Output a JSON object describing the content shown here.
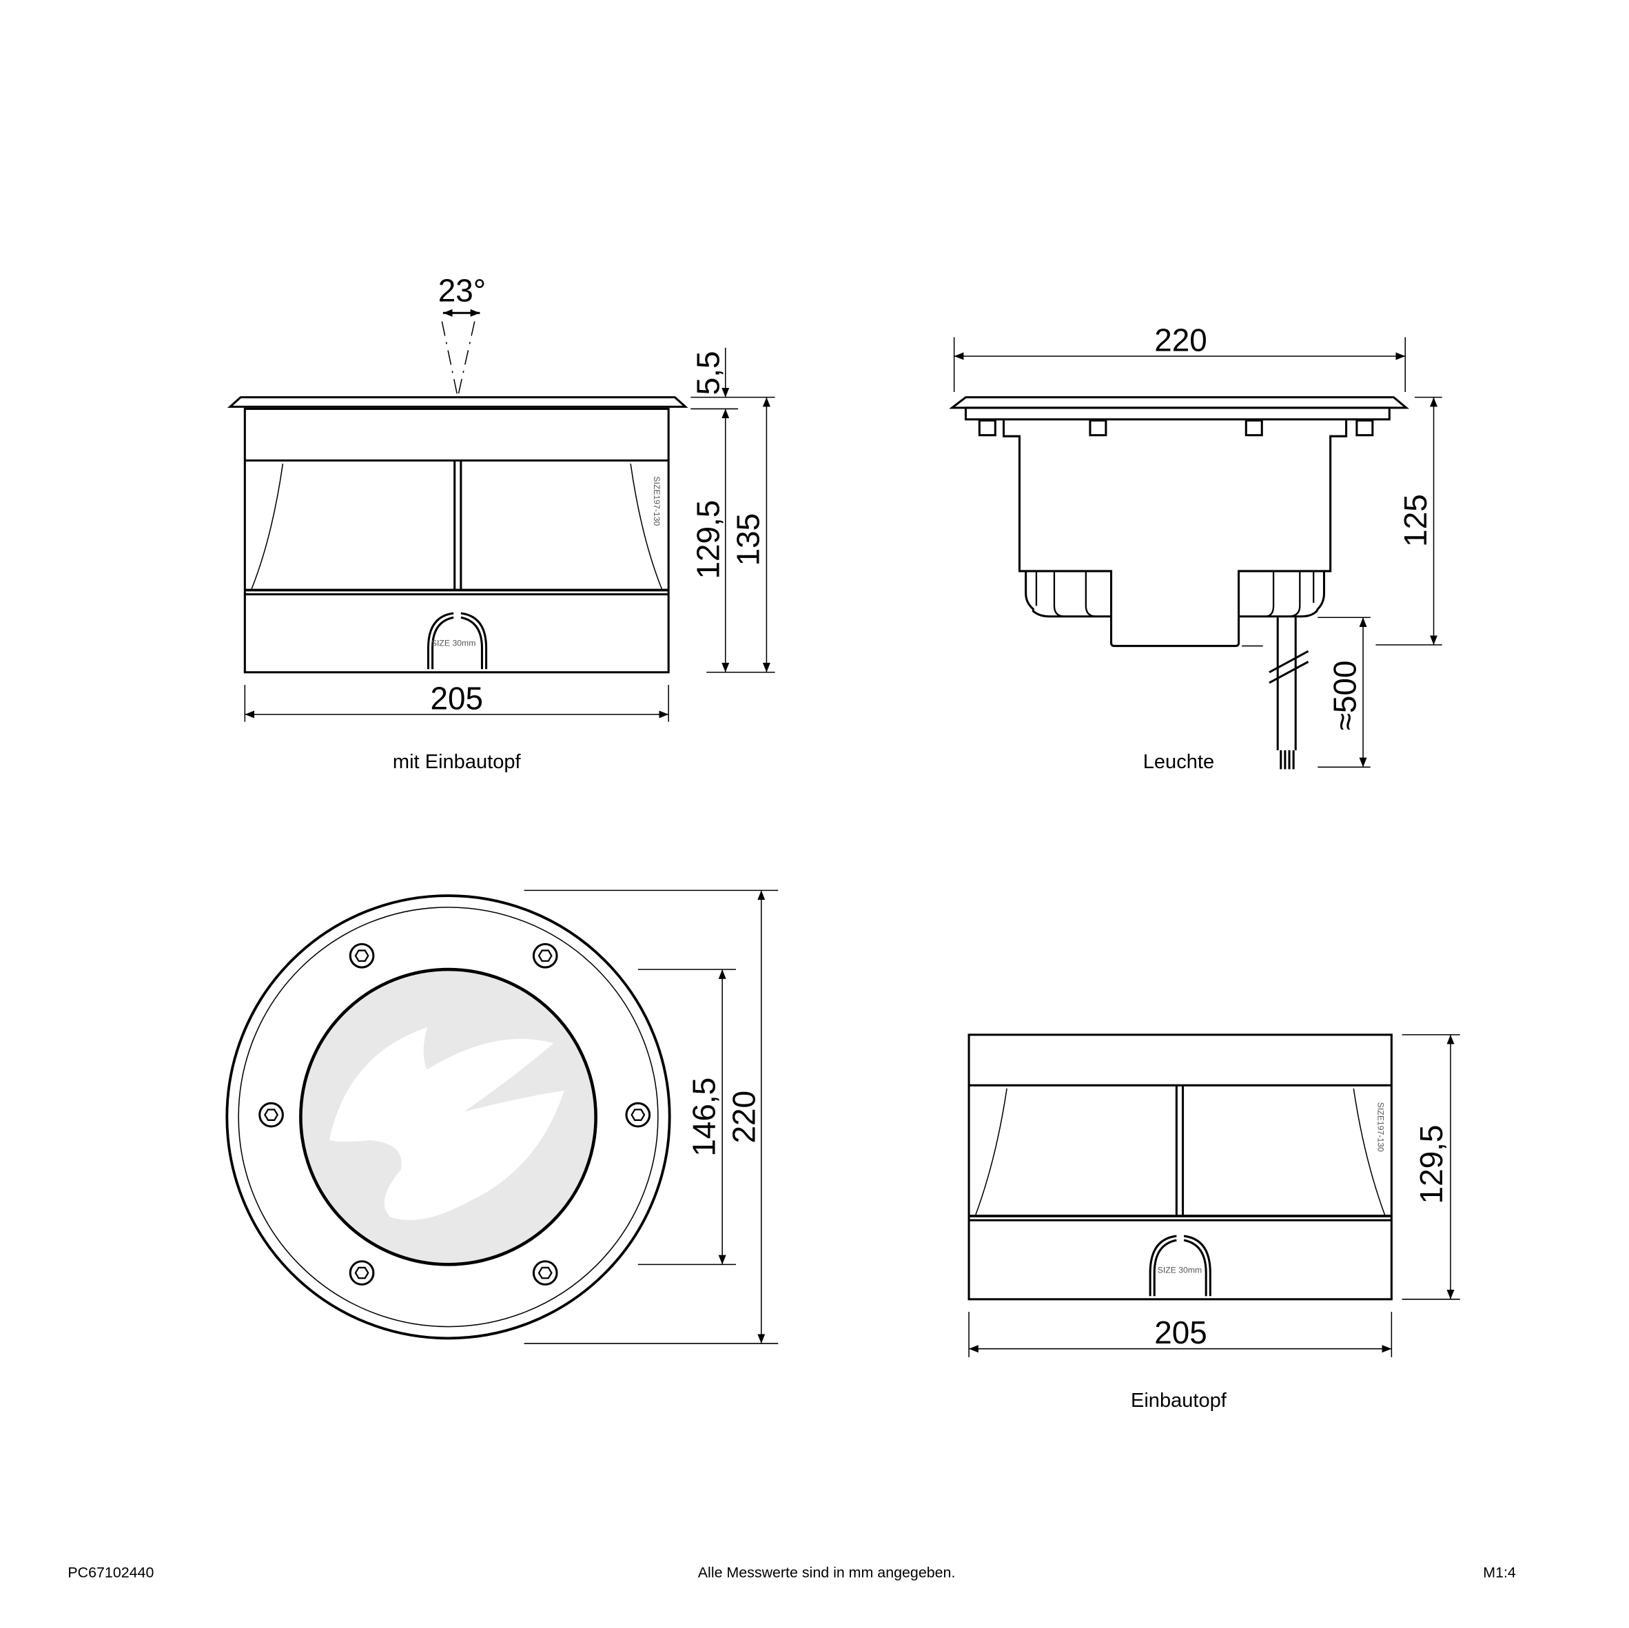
{
  "views": {
    "mit_einbautopf": {
      "caption": "mit Einbautopf",
      "beam_angle": "23°",
      "dim_flange": "5,5",
      "dim_body_height": "129,5",
      "dim_total_height": "135",
      "dim_width": "205",
      "label_size_vertical": "SIZE197-130",
      "label_size_arch": "SIZE 30mm"
    },
    "leuchte": {
      "caption": "Leuchte",
      "dim_width": "220",
      "dim_height": "125",
      "dim_cable": "≈500"
    },
    "top_view": {
      "dim_lens": "146,5",
      "dim_diameter": "220"
    },
    "einbautopf": {
      "caption": "Einbautopf",
      "dim_height": "129,5",
      "dim_width": "205",
      "label_size_vertical": "SIZE197-130",
      "label_size_arch": "SIZE 30mm"
    }
  },
  "footer": {
    "article_number": "PC67102440",
    "note": "Alle Messwerte sind in mm angegeben.",
    "scale": "M1:4"
  }
}
